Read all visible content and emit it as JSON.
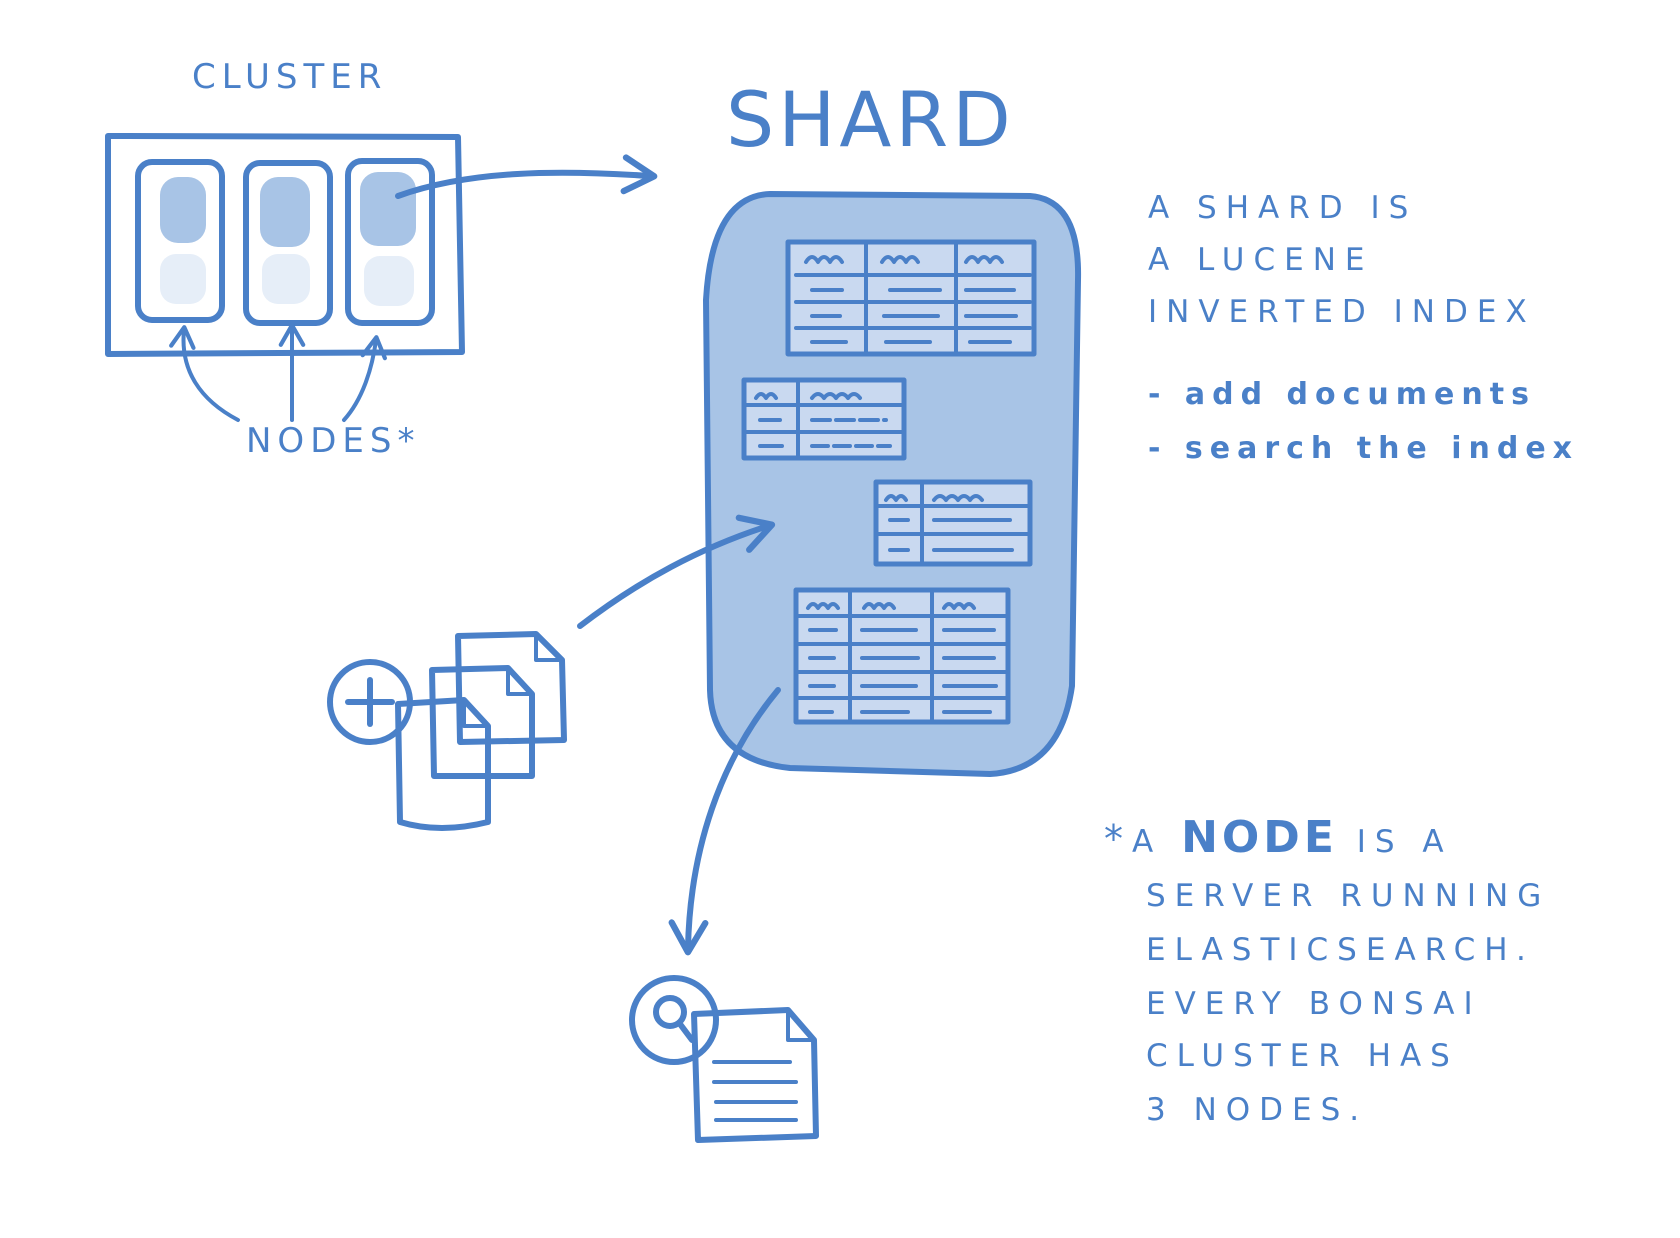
{
  "cluster_label": "CLUSTER",
  "nodes_label": "NODES*",
  "shard_title": "SHARD",
  "definition": {
    "line1": "A SHARD IS",
    "line2": "A LUCENE",
    "line3": "INVERTED INDEX"
  },
  "operations": {
    "add": "- add documents",
    "search": "- search the index"
  },
  "footnote": {
    "marker": "*",
    "pre": "A ",
    "term": "NODE",
    "post": " IS A",
    "line2": "SERVER RUNNING",
    "line3": "ELASTICSEARCH.",
    "line4": "EVERY BONSAI",
    "line5": "CLUSTER HAS",
    "line6": "3 NODES."
  },
  "colors": {
    "ink": "#4a80c8",
    "shard_fill": "#a8c4e6",
    "node_top_fill": "#a8c4e6",
    "node_bottom_fill": "#e6eef8"
  },
  "icons": [
    "plus-icon",
    "documents-icon",
    "magnifier-icon",
    "search-result-document-icon"
  ]
}
